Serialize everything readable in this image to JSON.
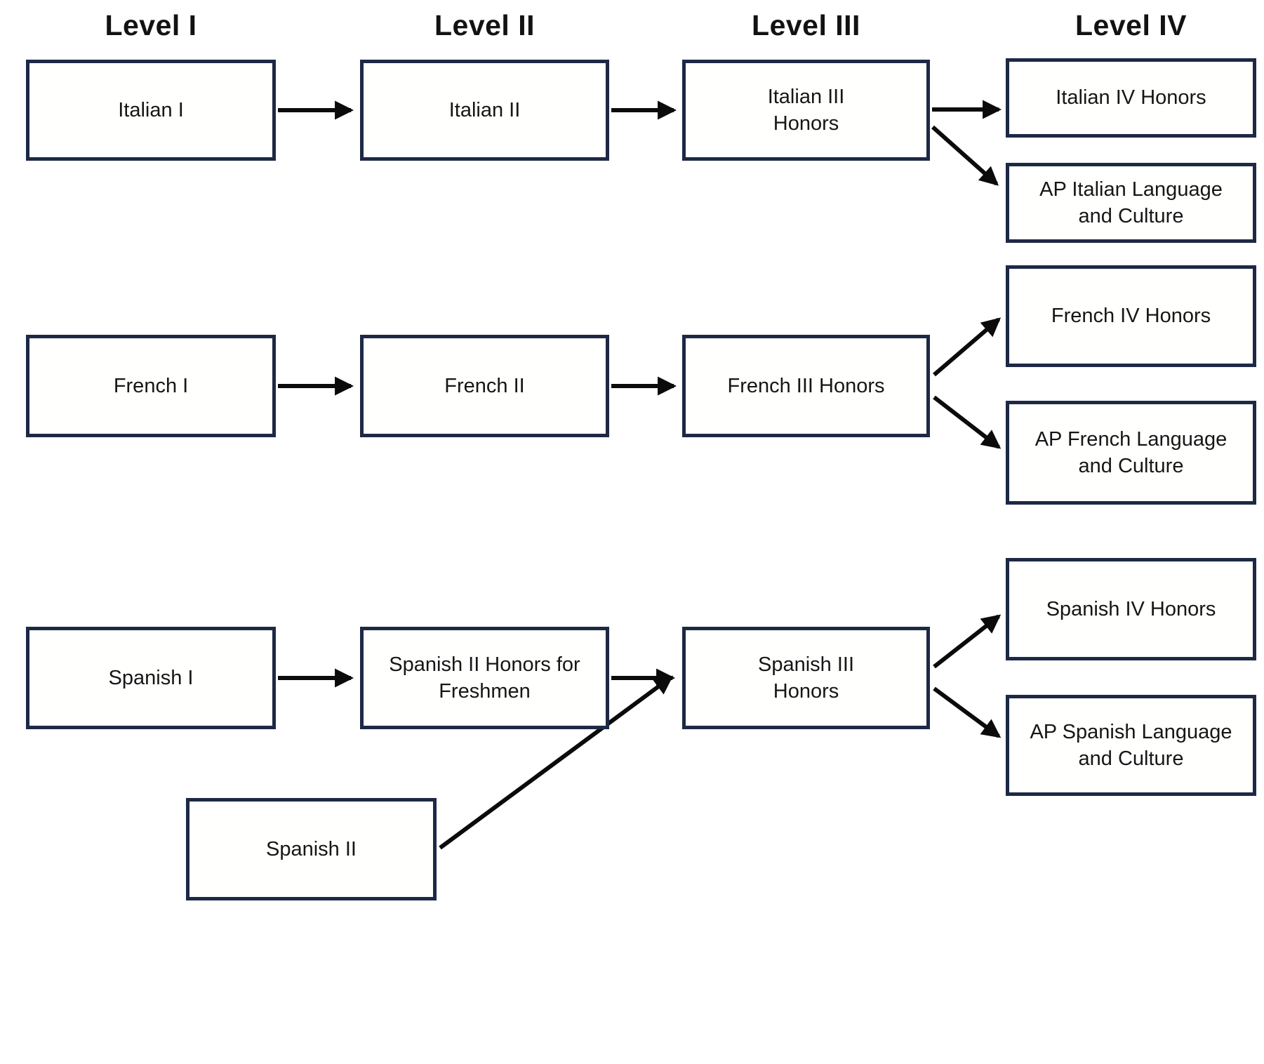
{
  "diagram": {
    "description": "World language course progression flowchart",
    "colors": {
      "box_border": "#1d2945",
      "box_fill": "#fffffe",
      "arrow": "#0b0b0b",
      "text": "#161616",
      "background": "#ffffff"
    },
    "columns": [
      {
        "label": "Level I"
      },
      {
        "label": "Level II"
      },
      {
        "label": "Level III"
      },
      {
        "label": "Level IV"
      }
    ],
    "nodes": {
      "italian1": {
        "label": "Italian I"
      },
      "italian2": {
        "label": "Italian II"
      },
      "italian3": {
        "label": "Italian III\nHonors"
      },
      "italian4": {
        "label": "Italian IV Honors"
      },
      "apItalian": {
        "label": "AP Italian Language\nand Culture"
      },
      "french1": {
        "label": "French I"
      },
      "french2": {
        "label": "French II"
      },
      "french3": {
        "label": "French III Honors"
      },
      "french4": {
        "label": "French IV Honors"
      },
      "apFrench": {
        "label": "AP French Language\nand Culture"
      },
      "spanish1": {
        "label": "Spanish I"
      },
      "spanish2hf": {
        "label": "Spanish II Honors for\nFreshmen"
      },
      "spanish3": {
        "label": "Spanish III\nHonors"
      },
      "spanish4": {
        "label": "Spanish IV Honors"
      },
      "apSpanish": {
        "label": "AP Spanish Language\nand Culture"
      },
      "spanish2": {
        "label": "Spanish II"
      }
    },
    "edges": [
      {
        "from": "Italian I",
        "to": "Italian II"
      },
      {
        "from": "Italian II",
        "to": "Italian III Honors"
      },
      {
        "from": "Italian III Honors",
        "to": "Italian IV Honors"
      },
      {
        "from": "Italian III Honors",
        "to": "AP Italian Language and Culture"
      },
      {
        "from": "French I",
        "to": "French II"
      },
      {
        "from": "French II",
        "to": "French III Honors"
      },
      {
        "from": "French III Honors",
        "to": "French IV Honors"
      },
      {
        "from": "French III Honors",
        "to": "AP French Language and Culture"
      },
      {
        "from": "Spanish I",
        "to": "Spanish II Honors for Freshmen"
      },
      {
        "from": "Spanish II Honors for Freshmen",
        "to": "Spanish III Honors"
      },
      {
        "from": "Spanish II",
        "to": "Spanish III Honors"
      },
      {
        "from": "Spanish III Honors",
        "to": "Spanish IV Honors"
      },
      {
        "from": "Spanish III Honors",
        "to": "AP Spanish Language and Culture"
      }
    ]
  }
}
